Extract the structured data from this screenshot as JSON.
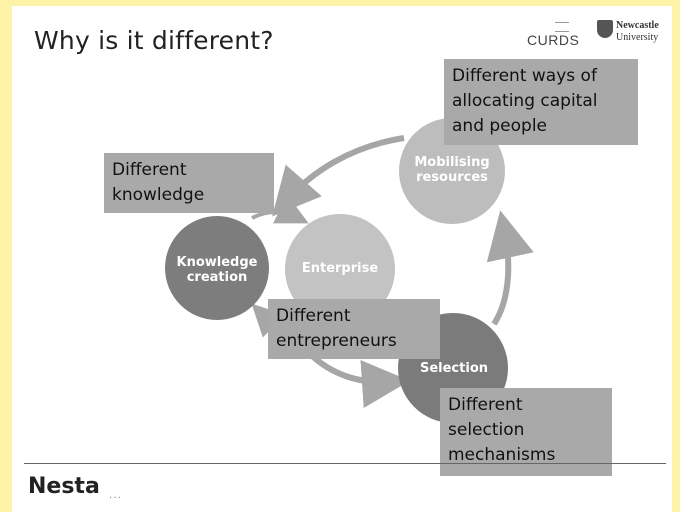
{
  "slide": {
    "title": "Why is it different?",
    "footer_brand": "Nesta",
    "footer_dots": "...",
    "logos": {
      "curds": "CURDS",
      "university_line1": "Newcastle",
      "university_line2": "University"
    }
  },
  "diagram": {
    "circles": {
      "knowledge_creation": "Knowledge creation",
      "enterprise": "Enterprise",
      "mobilising_resources": "Mobilising resources",
      "selection": "Selection"
    },
    "callouts": {
      "knowledge": "Different knowledge",
      "capital": "Different ways of allocating capital and people",
      "entrepreneurs": "Different entrepreneurs",
      "selection": "Different selection mechanisms"
    },
    "colors": {
      "knowledge_creation": "#7d7d7d",
      "enterprise": "#c3c3c3",
      "mobilising_resources": "#bdbdbd",
      "selection": "#7b7b7b",
      "callout": "#a9a9a9",
      "arrow": "#a6a6a6",
      "background": "#fdf3a6"
    }
  }
}
